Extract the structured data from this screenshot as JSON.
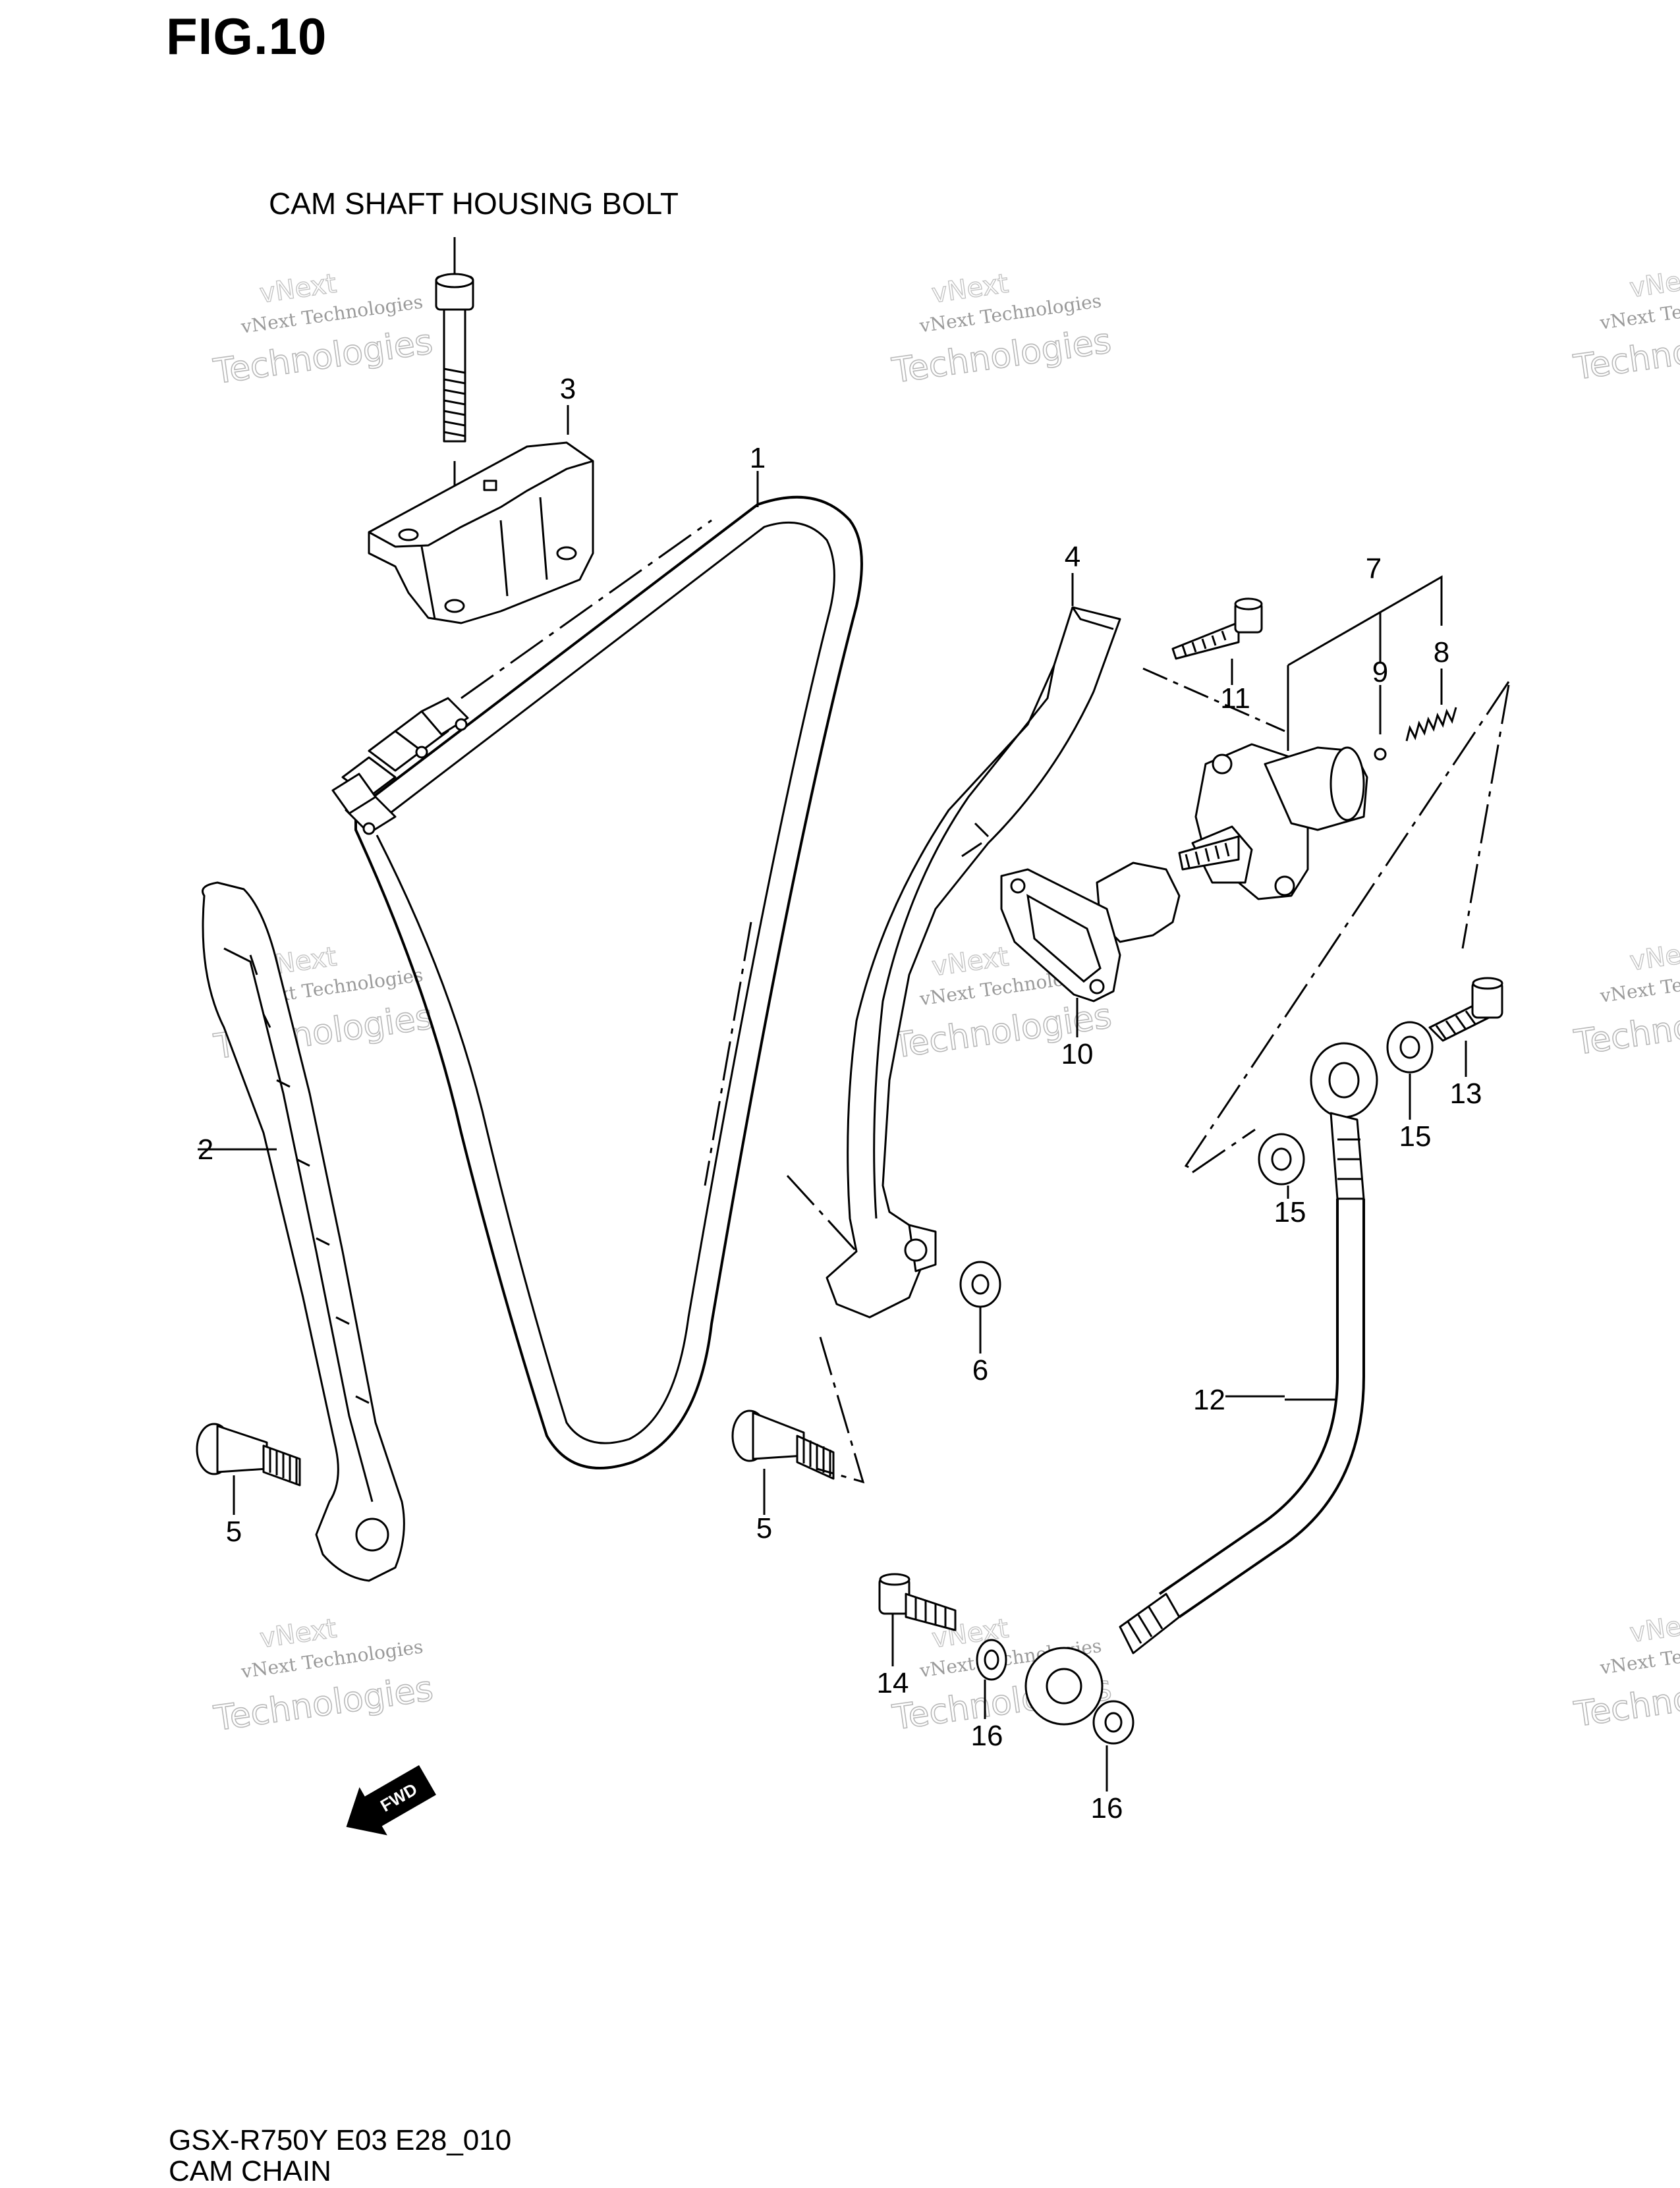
{
  "figure": {
    "title": "FIG.10",
    "callout": "CAM SHAFT HOUSING BOLT",
    "model_code": "GSX-R750Y E03 E28_010",
    "section_name": "CAM CHAIN",
    "fwd_label": "FWD"
  },
  "watermark": {
    "line1": "vNext Technologies",
    "line2": "vNext",
    "line3": "Technologies"
  },
  "parts": {
    "p1": "1",
    "p2": "2",
    "p3": "3",
    "p4": "4",
    "p5a": "5",
    "p5b": "5",
    "p6": "6",
    "p7": "7",
    "p8": "8",
    "p9": "9",
    "p10": "10",
    "p11": "11",
    "p12": "12",
    "p13": "13",
    "p14": "14",
    "p15a": "15",
    "p15b": "15",
    "p16a": "16",
    "p16b": "16"
  }
}
